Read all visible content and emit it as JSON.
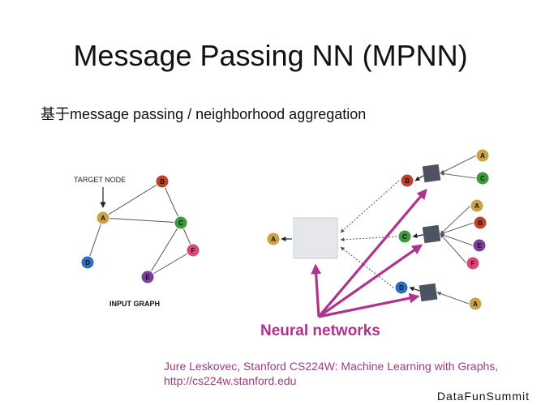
{
  "slide": {
    "title": "Message Passing NN (MPNN)",
    "subtitle": "基于message passing / neighborhood aggregation"
  },
  "input_graph": {
    "target_label": "TARGET NODE",
    "graph_label": "INPUT GRAPH",
    "nodes": [
      {
        "id": "A",
        "color": "#c9a24a"
      },
      {
        "id": "B",
        "color": "#c2412d"
      },
      {
        "id": "C",
        "color": "#3c9a3c"
      },
      {
        "id": "D",
        "color": "#2c6fbe"
      },
      {
        "id": "E",
        "color": "#7a3f97"
      },
      {
        "id": "F",
        "color": "#e0427a"
      }
    ],
    "edges": [
      [
        "A",
        "B"
      ],
      [
        "A",
        "C"
      ],
      [
        "A",
        "D"
      ],
      [
        "B",
        "C"
      ],
      [
        "C",
        "E"
      ],
      [
        "C",
        "F"
      ],
      [
        "E",
        "F"
      ]
    ]
  },
  "network": {
    "label": "Neural networks",
    "accent_color": "#b0328f",
    "box_color": "#4d5360",
    "aggregator_fill": "#e5e7ea",
    "target": {
      "id": "A",
      "color": "#c9a24a"
    },
    "groups": [
      {
        "center": {
          "id": "B",
          "color": "#c2412d"
        },
        "neighbors": [
          {
            "id": "A",
            "color": "#c9a24a"
          },
          {
            "id": "C",
            "color": "#3c9a3c"
          }
        ]
      },
      {
        "center": {
          "id": "C",
          "color": "#3c9a3c"
        },
        "neighbors": [
          {
            "id": "A",
            "color": "#c9a24a"
          },
          {
            "id": "B",
            "color": "#c2412d"
          },
          {
            "id": "E",
            "color": "#7a3f97"
          },
          {
            "id": "F",
            "color": "#e0427a"
          }
        ]
      },
      {
        "center": {
          "id": "D",
          "color": "#2c6fbe"
        },
        "neighbors": [
          {
            "id": "A",
            "color": "#c9a24a"
          }
        ]
      }
    ]
  },
  "citation": {
    "line1": "Jure Leskovec, Stanford CS224W: Machine Learning with Graphs,",
    "line2": "http://cs224w.stanford.edu"
  },
  "brand": "DataFunSummit"
}
